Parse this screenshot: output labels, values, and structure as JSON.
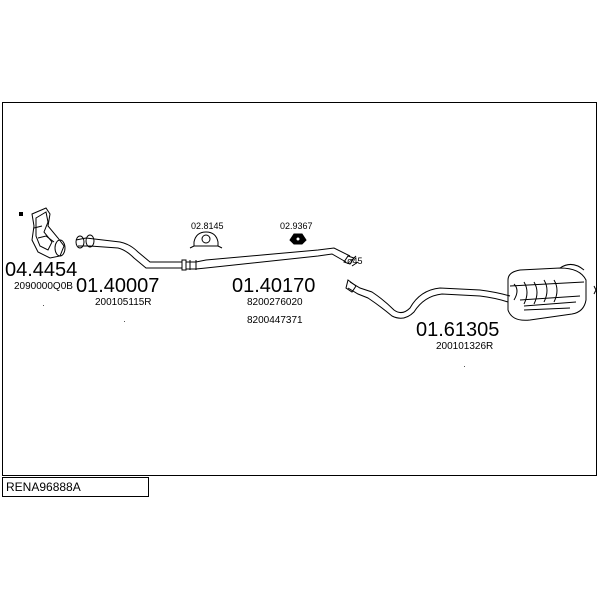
{
  "diagram_code": "RENA96888A",
  "parts": [
    {
      "number": "04.4454",
      "ref": "2090000Q0B"
    },
    {
      "number": "01.40007",
      "ref": "200105115R"
    },
    {
      "number": "01.40170",
      "refs": [
        "8200276020",
        "8200447371"
      ]
    },
    {
      "number": "01.61305",
      "ref": "200101326R"
    }
  ],
  "accessories": [
    {
      "number": "02.8145"
    },
    {
      "number": "02.9367"
    }
  ],
  "diameter_label": "ø45"
}
